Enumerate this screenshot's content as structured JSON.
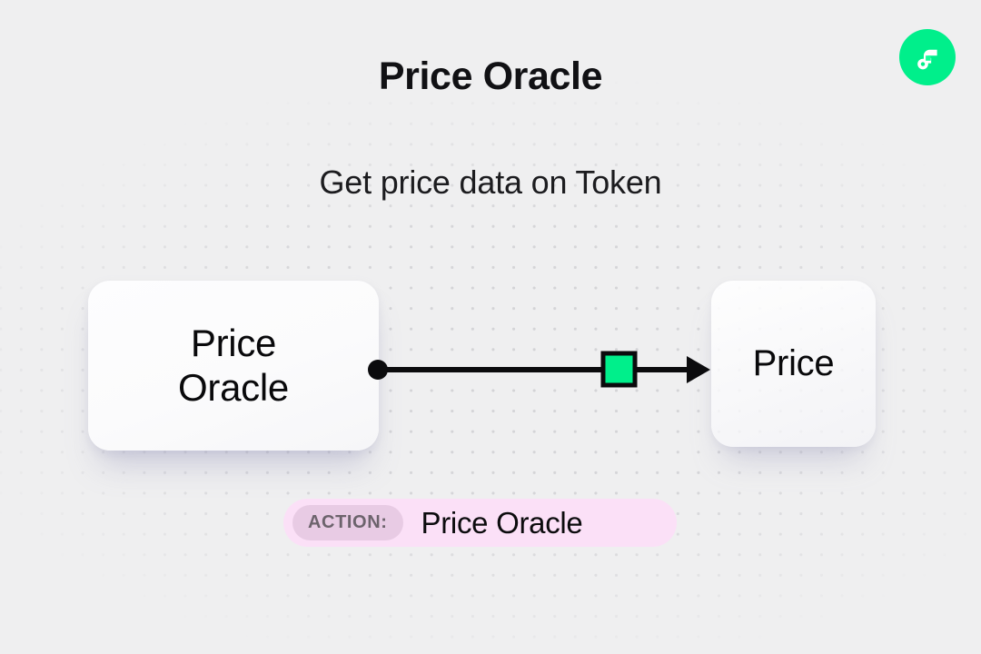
{
  "header": {
    "title": "Price Oracle",
    "subtitle": "Get price data on Token",
    "logo_icon": "flow-logo-icon",
    "logo_color": "#00ef8b"
  },
  "diagram": {
    "background_color": "#efeff0",
    "dot_grid_color": "#d3d3d6",
    "nodes": [
      {
        "id": "source",
        "label_line_1": "Price",
        "label_line_2": "Oracle"
      },
      {
        "id": "target",
        "label": "Price"
      }
    ],
    "edge": {
      "source_handle_icon": "edge-source-dot",
      "marker_icon": "edge-green-square",
      "marker_color": "#00ef8b",
      "marker_border_color": "#0b0b0d",
      "arrow_icon": "edge-arrowhead",
      "line_color": "#0b0b0d"
    }
  },
  "action": {
    "prefix_label": "ACTION:",
    "value": "Price Oracle",
    "badge_color": "#fbe0f7",
    "pill_color": "#e8cbe4"
  }
}
